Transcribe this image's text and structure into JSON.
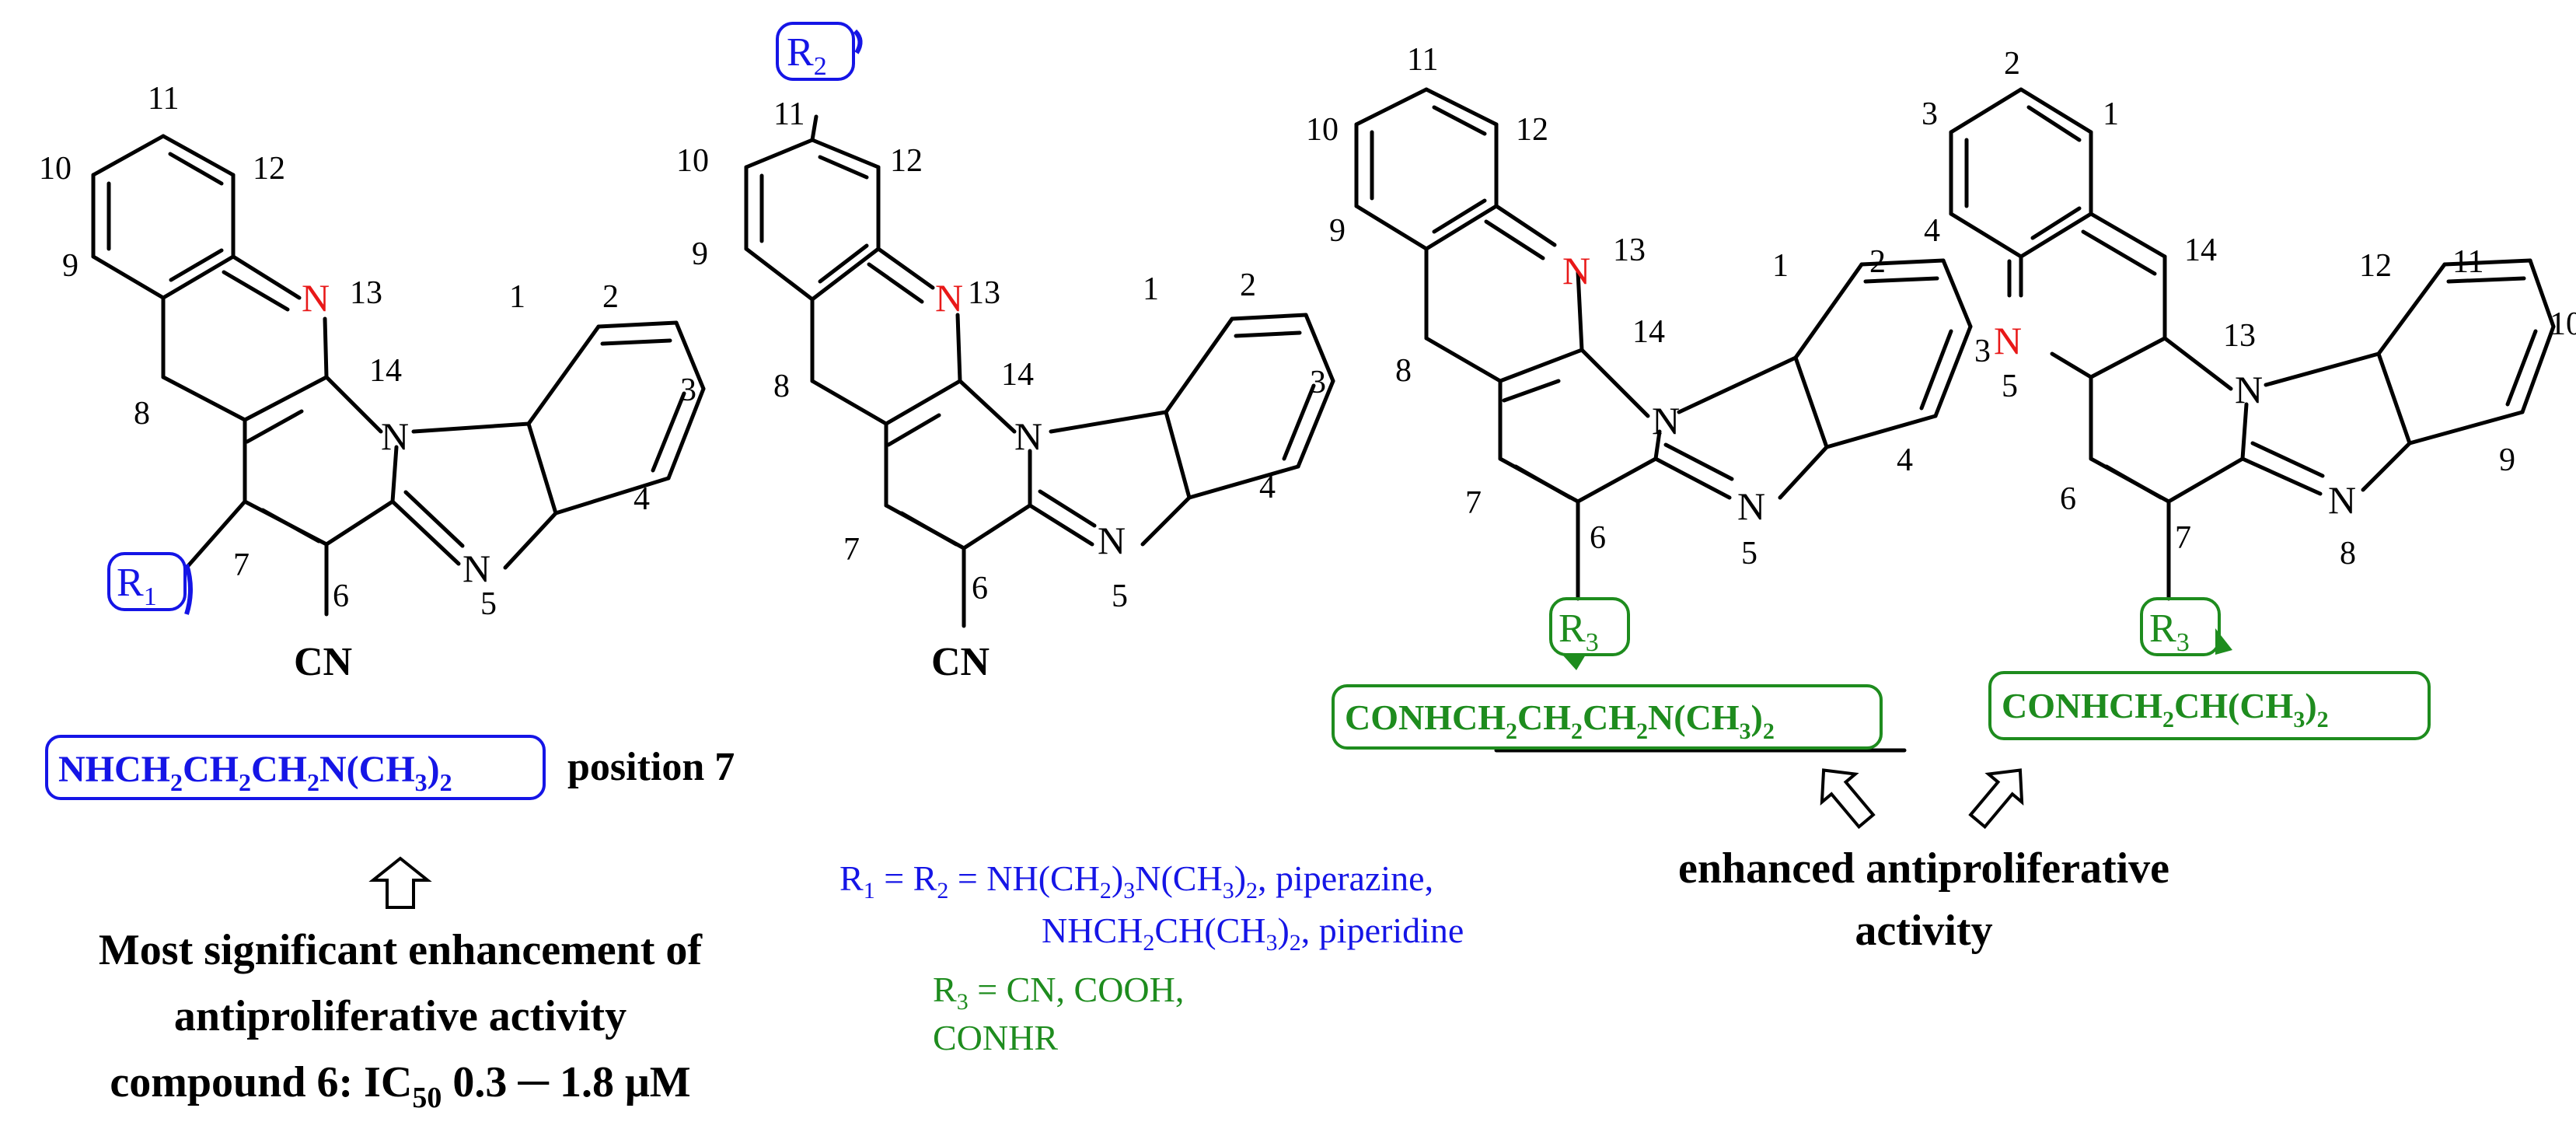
{
  "colors": {
    "blue": "#1515e6",
    "green": "#1e8c1e",
    "red": "#e81818",
    "black": "#000000"
  },
  "atoms": {
    "nitrogen": "N",
    "cyano": "CN"
  },
  "struct1": {
    "numbers": {
      "n1": "1",
      "n2": "2",
      "n3": "3",
      "n4": "4",
      "n5": "5",
      "n6": "6",
      "n7": "7",
      "n8": "8",
      "n9": "9",
      "n10": "10",
      "n11": "11",
      "n12": "12",
      "n13": "13",
      "n14": "14"
    },
    "r_label": {
      "main": "R",
      "sub": "1"
    }
  },
  "struct2": {
    "numbers": {
      "n1": "1",
      "n2": "2",
      "n3": "3",
      "n4": "4",
      "n5": "5",
      "n6": "6",
      "n7": "7",
      "n8": "8",
      "n9": "9",
      "n10": "10",
      "n11": "11",
      "n12": "12",
      "n13": "13",
      "n14": "14"
    },
    "r_label": {
      "main": "R",
      "sub": "2"
    }
  },
  "struct3": {
    "numbers": {
      "n1": "1",
      "n2": "2",
      "n3": "3",
      "n4": "4",
      "n5": "5",
      "n6": "6",
      "n7": "7",
      "n8": "8",
      "n9": "9",
      "n10": "10",
      "n11": "11",
      "n12": "12",
      "n13": "13",
      "n14": "14"
    },
    "r_label": {
      "main": "R",
      "sub": "3"
    }
  },
  "struct4": {
    "numbers": {
      "n1": "1",
      "n2": "2",
      "n3": "3",
      "n4": "4",
      "n5": "5",
      "n6": "6",
      "n7": "7",
      "n8": "8",
      "n9": "9",
      "n10": "10",
      "n11": "11",
      "n12": "12",
      "n13": "13",
      "n14": "14"
    },
    "r_label": {
      "main": "R",
      "sub": "3"
    }
  },
  "box_blue": {
    "t1": "NHCH",
    "s1": "2",
    "t2": "CH",
    "s2": "2",
    "t3": "CH",
    "s3": "2",
    "t4": "N(CH",
    "s4": "3",
    "t5": ")",
    "s5": "2"
  },
  "position_label": "position 7",
  "conclusion1": {
    "line1": "Most significant enhancement of",
    "line2": "antiproliferative activity",
    "line3_a": "compound 6: IC",
    "line3_sub": "50",
    "line3_b": " 0.3 ─ 1.8  μM"
  },
  "r_definitions": {
    "line1": {
      "a": "R",
      "a_sub": "1",
      "b": " = R",
      "b_sub": "2",
      "c": " = NH(CH",
      "c_sub": "2",
      "d": ")",
      "d_sub": "3",
      "e": "N(CH",
      "e_sub": "3",
      "f": ")",
      "f_sub": "2",
      "g": ", piperazine,"
    },
    "line2": {
      "a": "NHCH",
      "a_sub": "2",
      "b": "CH(CH",
      "b_sub": "3",
      "c": ")",
      "c_sub": "2",
      "d": ", piperidine"
    },
    "line3": {
      "a": "R",
      "a_sub": "3",
      "b": " = CN, COOH,"
    },
    "line4": "CONHR"
  },
  "box_green1": {
    "t1": "CONHCH",
    "s1": "2",
    "t2": "CH",
    "s2": "2",
    "t3": "CH",
    "s3": "2",
    "t4": "N(CH",
    "s4": "3",
    "t5": ")",
    "s5": "2"
  },
  "box_green2": {
    "t1": "CONHCH",
    "s1": "2",
    "t2": "CH(CH",
    "s2": "3",
    "t3": ")",
    "s3": "2"
  },
  "conclusion2": {
    "line1": "enhanced antiproliferative",
    "line2": "activity"
  }
}
